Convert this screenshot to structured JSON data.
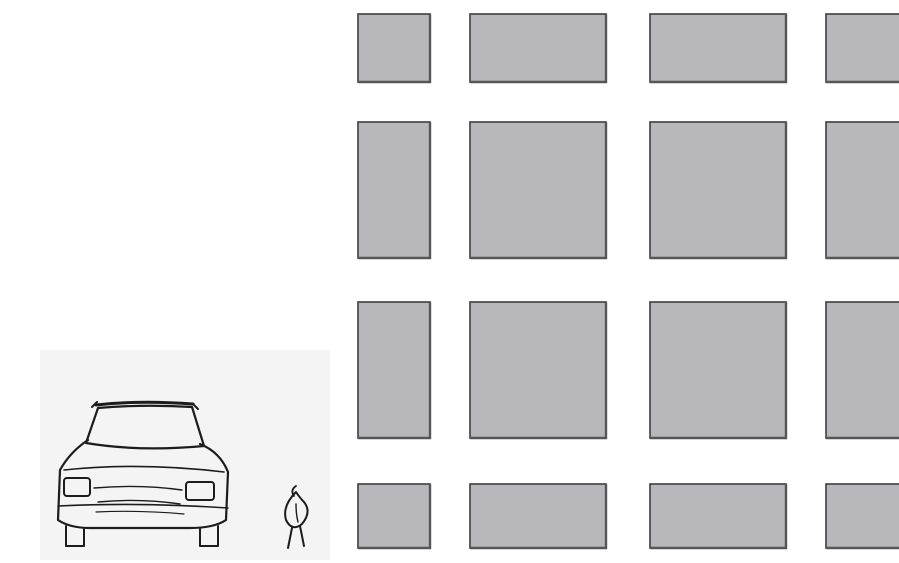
{
  "figure": {
    "grid": {
      "rows": 4,
      "columns": 4,
      "block_color": "#b8b7bc",
      "edge_color": "#3d3d3f",
      "background": "#ffffff"
    },
    "sketches": [
      {
        "name": "car",
        "icon": "car-front-sketch-icon"
      },
      {
        "name": "pedestrian",
        "icon": "pedestrian-sketch-icon"
      }
    ]
  }
}
